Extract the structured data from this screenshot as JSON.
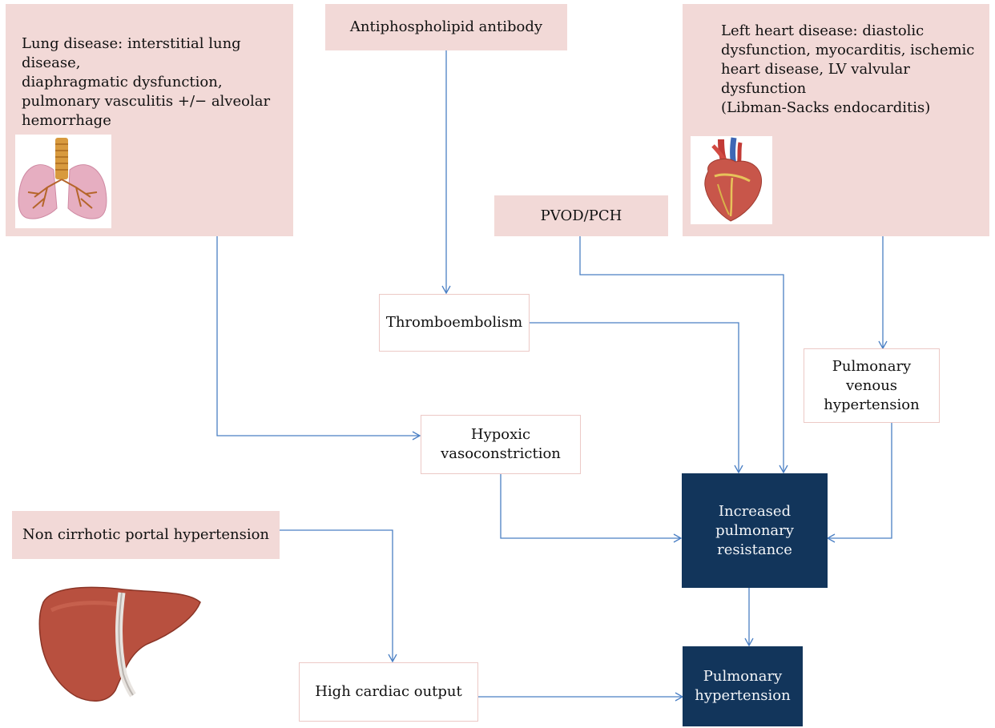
{
  "diagram": {
    "lung_disease": "Lung disease: interstitial lung disease,\ndiaphragmatic dysfunction,\npulmonary vasculitis +/− alveolar\nhemorrhage",
    "antiphospholipid": "Antiphospholipid antibody",
    "left_heart_disease": "Left heart disease: diastolic\ndysfunction, myocarditis, ischemic\nheart disease, LV valvular dysfunction\n(Libman-Sacks endocarditis)",
    "pvod_pch": "PVOD/PCH",
    "thromboembolism": "Thromboembolism",
    "pulmonary_venous_hypertension": "Pulmonary\nvenous\nhypertension",
    "hypoxic_vasoconstriction": "Hypoxic\nvasoconstriction",
    "increased_pulmonary_resistance": "Increased\npulmonary\nresistance",
    "non_cirrhotic_portal_hypertension": "Non cirrhotic portal hypertension",
    "high_cardiac_output": "High cardiac output",
    "pulmonary_hypertension": "Pulmonary\nhypertension"
  },
  "colors": {
    "cause_box": "#f2d9d7",
    "outcome_box": "#12355b",
    "arrow": "#4a7fc4"
  },
  "icons": [
    "lungs-illustration",
    "heart-illustration",
    "liver-illustration"
  ]
}
